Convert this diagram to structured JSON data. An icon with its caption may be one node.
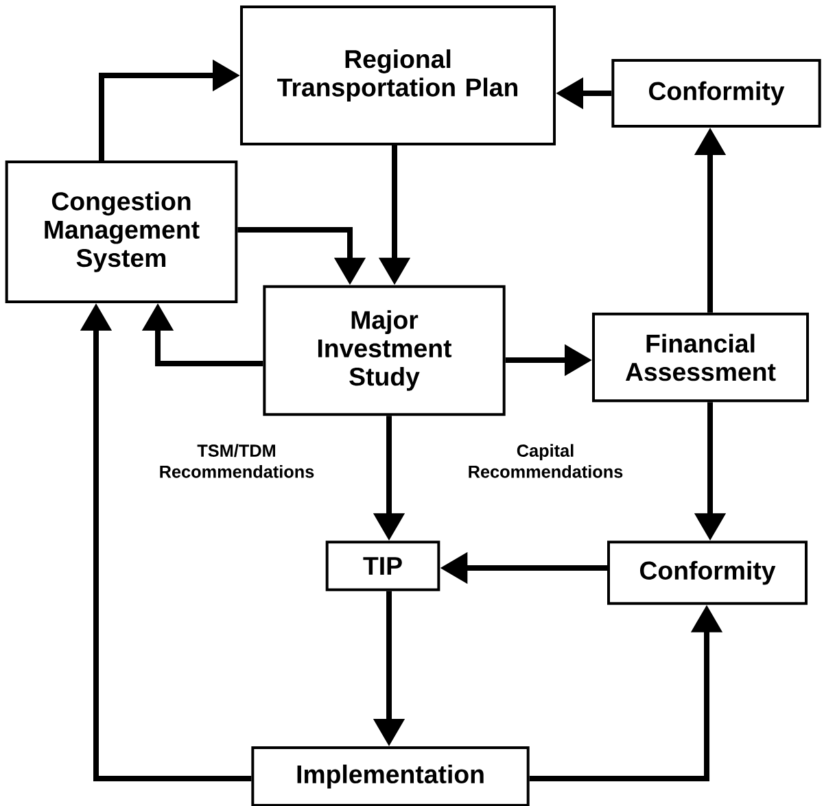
{
  "diagram": {
    "nodes": [
      {
        "text": [
          "Regional Transportation Plan"
        ]
      },
      {
        "text": [
          "Conformity"
        ]
      },
      {
        "text": [
          "Congestion Management System"
        ]
      },
      {
        "text": [
          "Major Investment Study"
        ]
      },
      {
        "text": [
          "Financial Assessment"
        ]
      },
      {
        "text": [
          "TIP"
        ]
      },
      {
        "text": [
          "Conformity"
        ]
      },
      {
        "text": [
          "Implementation"
        ]
      }
    ],
    "edges": [
      {
        "from": 2,
        "to": 0,
        "arrow": "to"
      },
      {
        "from": 1,
        "to": 0,
        "arrow": "to"
      },
      {
        "from": 0,
        "to": 3,
        "arrow": "to"
      },
      {
        "from": 2,
        "to": 3,
        "arrow": "to"
      },
      {
        "from": 3,
        "to": 2,
        "arrow": "to"
      },
      {
        "from": 3,
        "to": 4,
        "arrow": "to"
      },
      {
        "from": 4,
        "to": 1,
        "arrow": "to"
      },
      {
        "from": 4,
        "to": 6,
        "arrow": "to"
      },
      {
        "from": 3,
        "to": 5,
        "arrow": "to"
      },
      {
        "from": 6,
        "to": 5,
        "arrow": "to"
      },
      {
        "from": 5,
        "to": 7,
        "arrow": "to"
      },
      {
        "from": 7,
        "to": 2,
        "arrow": "to"
      },
      {
        "from": 7,
        "to": 6,
        "arrow": "to"
      }
    ],
    "labels": [
      "TSM/TDM Recommendations",
      "Capital Recommendations"
    ]
  }
}
